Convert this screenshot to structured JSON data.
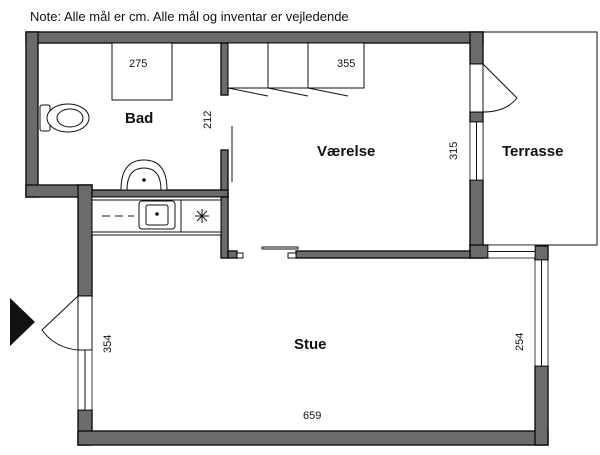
{
  "note": "Note: Alle mål er cm. Alle mål og inventar er vejledende",
  "rooms": {
    "bad": "Bad",
    "vaerelse": "Værelse",
    "terrasse": "Terrasse",
    "stue": "Stue"
  },
  "dimensions": {
    "bad_width": "275",
    "bad_height": "212",
    "vaerelse_width": "355",
    "vaerelse_height": "315",
    "stue_left": "354",
    "stue_right": "254",
    "stue_width": "659"
  },
  "colors": {
    "wall": "#6b6b6b",
    "outline": "#111111",
    "entry_arrow": "#111111"
  },
  "icons": [
    "toilet-icon",
    "sink-icon",
    "kitchen-sink-icon",
    "stove-icon",
    "entry-arrow-icon"
  ]
}
